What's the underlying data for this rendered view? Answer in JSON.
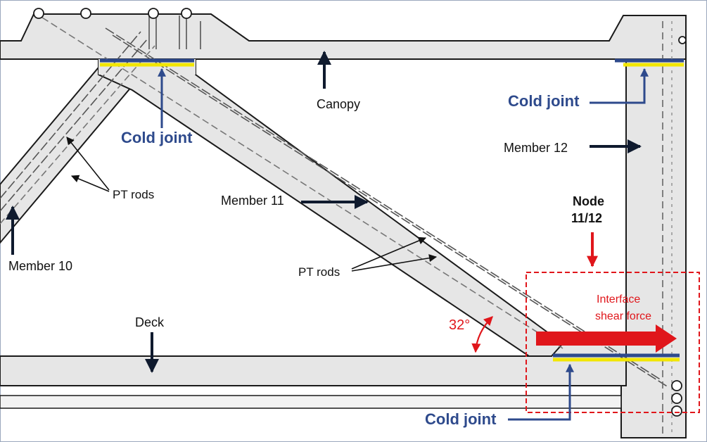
{
  "labels": {
    "canopy": "Canopy",
    "deck": "Deck",
    "member10": "Member 10",
    "member11": "Member 11",
    "member12": "Member 12",
    "pt_rods_left": "PT rods",
    "pt_rods_center": "PT rods",
    "node_line1": "Node",
    "node_line2": "11/12",
    "interface_line1": "Interface",
    "interface_line2": "shear force",
    "angle": "32°",
    "cold_joint_top_left": "Cold joint",
    "cold_joint_top_right": "Cold joint",
    "cold_joint_bottom": "Cold joint"
  },
  "colors": {
    "concrete_fill": "#e6e6e6",
    "concrete_edge": "#1a1a1a",
    "cold_joint_blue": "#2e4a8c",
    "cold_joint_yellow": "#f2e600",
    "annotation_red": "#e0161b",
    "arrow_dark": "#0f1a2e"
  }
}
